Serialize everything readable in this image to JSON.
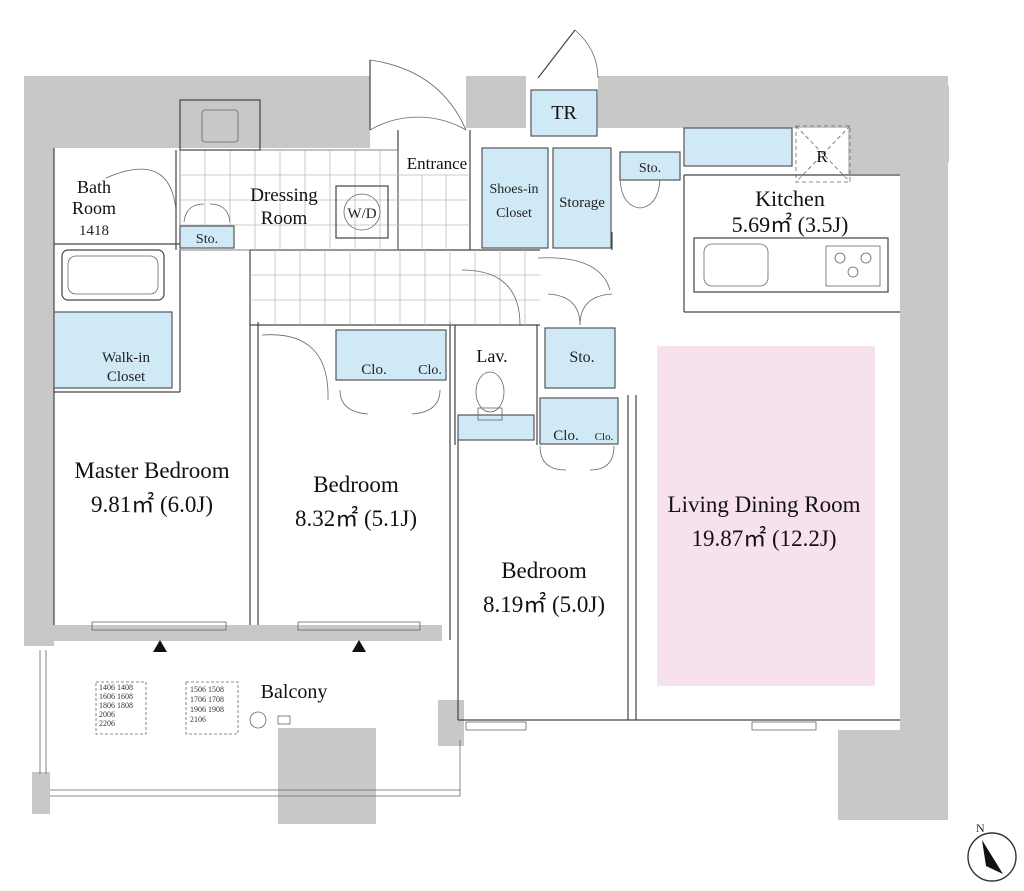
{
  "rooms": {
    "master_bedroom": {
      "name": "Master Bedroom",
      "area": "9.81㎡ (6.0J)"
    },
    "bedroom1": {
      "name": "Bedroom",
      "area": "8.32㎡ (5.1J)"
    },
    "bedroom2": {
      "name": "Bedroom",
      "area": "8.19㎡ (5.0J)"
    },
    "living": {
      "name": "Living Dining Room",
      "area": "19.87㎡ (12.2J)"
    },
    "kitchen": {
      "name": "Kitchen",
      "area": "5.69㎡ (3.5J)"
    },
    "bath": {
      "line1": "Bath",
      "line2": "Room",
      "line3": "1418"
    },
    "dressing": {
      "line1": "Dressing",
      "line2": "Room"
    },
    "entrance": "Entrance",
    "lav": "Lav.",
    "balcony": "Balcony",
    "walkin": {
      "line1": "Walk-in",
      "line2": "Closet"
    },
    "shoes": {
      "line1": "Shoes-in",
      "line2": "Closet"
    },
    "storage": "Storage",
    "tr": "TR",
    "wd": "W/D",
    "fridge": "R"
  },
  "closets": {
    "sto": "Sto.",
    "clo": "Clo."
  },
  "balcony_codes": {
    "left": [
      "1406 1408",
      "1606 1608",
      "1806 1808",
      "2006",
      "2206"
    ],
    "right": [
      "1506 1508",
      "1706 1708",
      "1906 1908",
      "2106"
    ]
  },
  "compass": {
    "label": "N"
  },
  "colors": {
    "wall": "#c8c8c8",
    "storage": "#cfe9f7",
    "living_highlight": "#f7e1ec"
  }
}
